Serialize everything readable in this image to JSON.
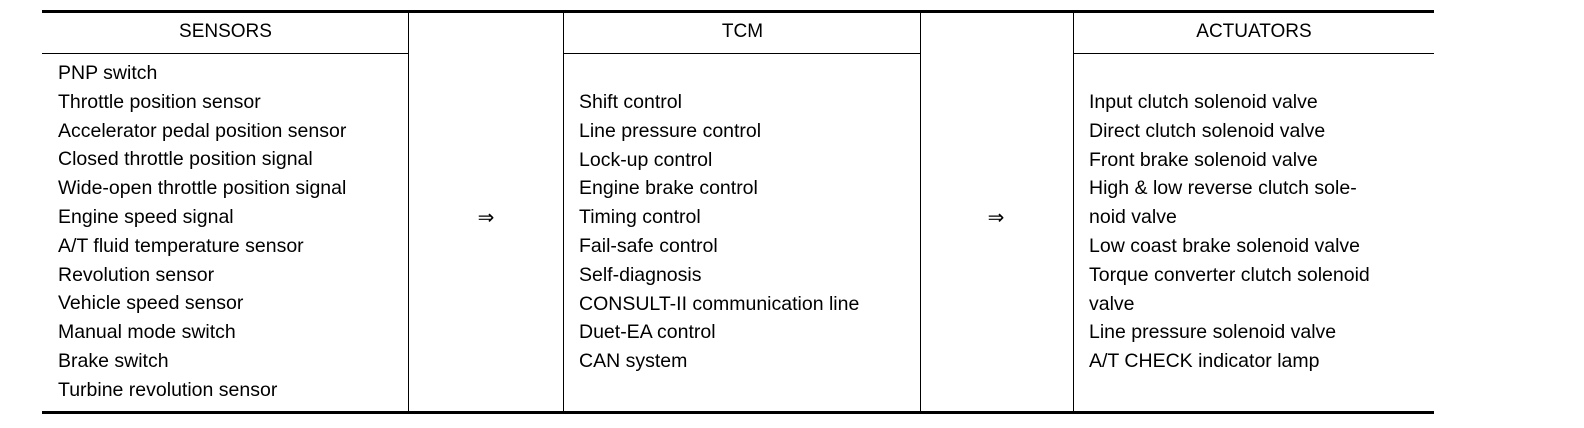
{
  "headers": {
    "sensors": "SENSORS",
    "tcm": "TCM",
    "actuators": "ACTUATORS"
  },
  "arrows": {
    "first": "⇒",
    "second": "⇒"
  },
  "sensors": [
    "PNP switch",
    "Throttle position sensor",
    "Accelerator pedal position sensor",
    "Closed throttle position signal",
    "Wide-open throttle position signal",
    "Engine speed signal",
    "A/T fluid temperature sensor",
    "Revolution sensor",
    "Vehicle speed sensor",
    "Manual mode switch",
    "Brake switch",
    "Turbine revolution sensor"
  ],
  "tcm": [
    "Shift control",
    "Line pressure control",
    "Lock-up control",
    "Engine brake control",
    "Timing control",
    "Fail-safe control",
    "Self-diagnosis",
    "CONSULT-II communication line",
    "Duet-EA control",
    "CAN system"
  ],
  "actuators": [
    "Input clutch solenoid valve",
    "Direct clutch solenoid valve",
    "Front brake solenoid valve",
    "High & low reverse clutch sole-",
    "noid valve",
    "Low coast brake solenoid valve",
    "Torque converter clutch solenoid",
    "valve",
    "Line pressure solenoid valve",
    "A/T CHECK indicator lamp"
  ]
}
